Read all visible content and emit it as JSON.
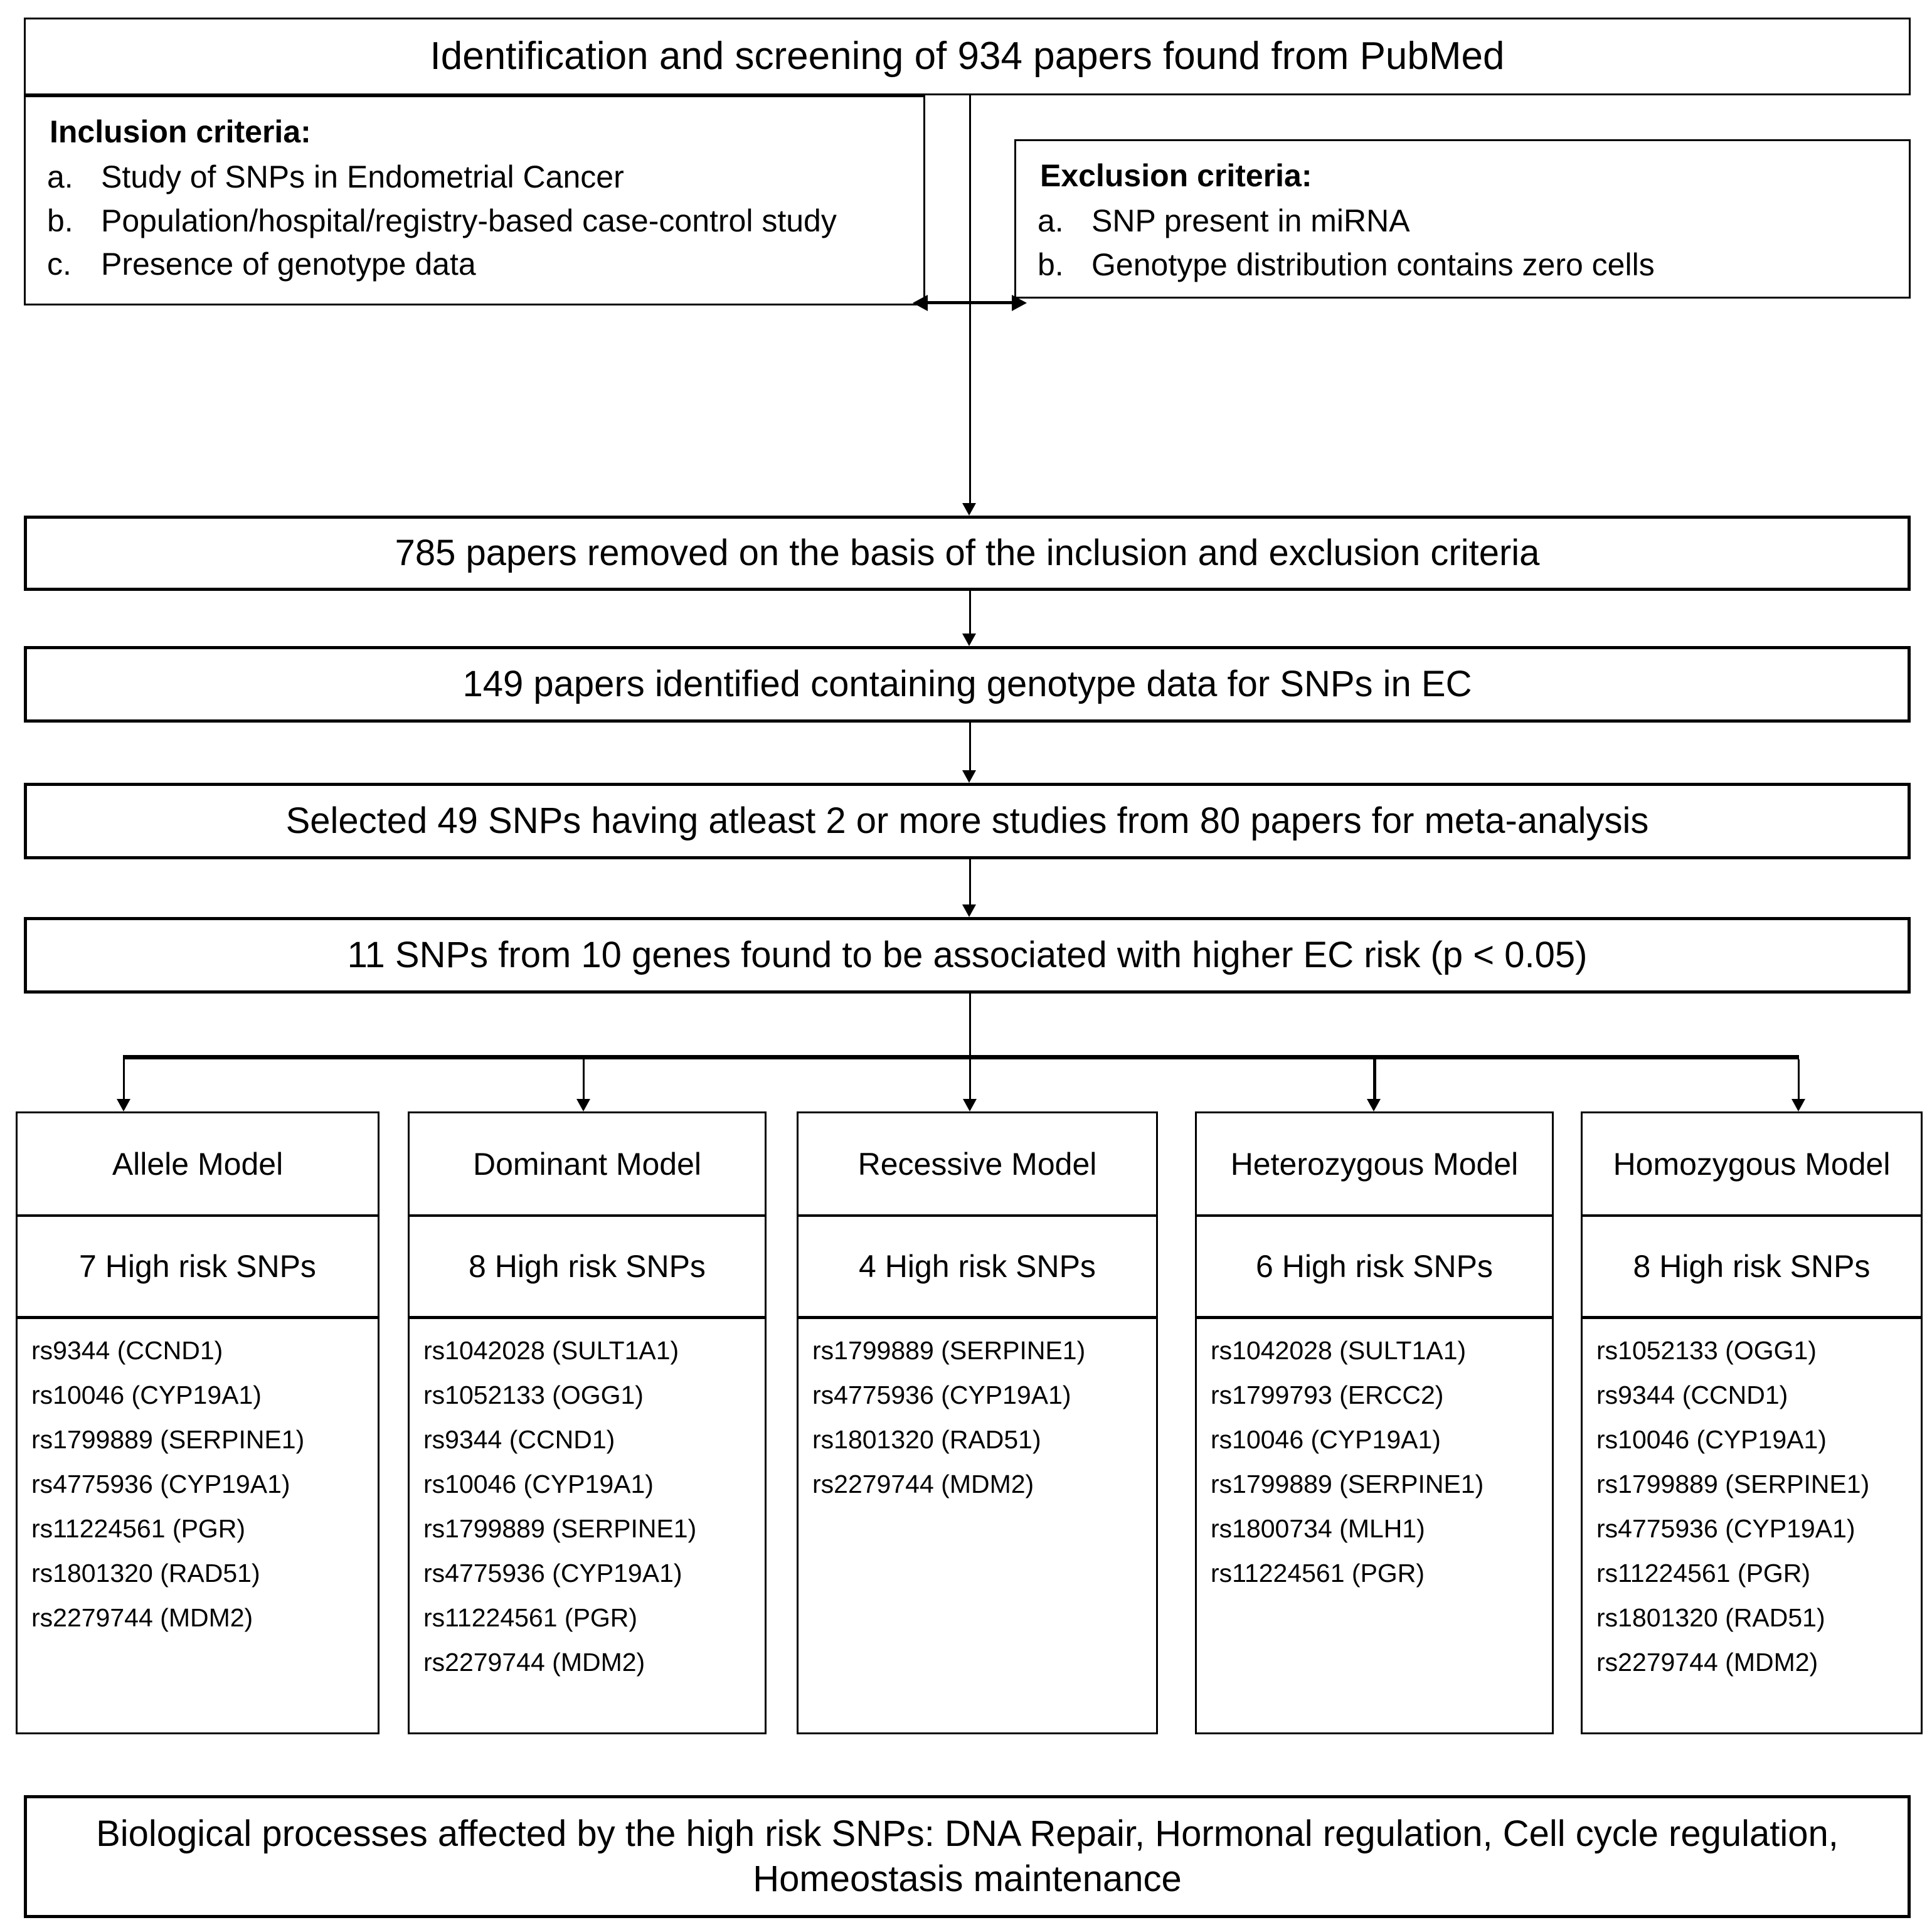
{
  "header": {
    "title": "Identification and screening of 934 papers found from PubMed"
  },
  "inclusion": {
    "title": "Inclusion criteria:",
    "items": [
      {
        "marker": "a.",
        "text": "Study of SNPs in Endometrial Cancer"
      },
      {
        "marker": "b.",
        "text": "Population/hospital/registry-based case-control study"
      },
      {
        "marker": "c.",
        "text": "Presence of genotype data"
      }
    ]
  },
  "exclusion": {
    "title": "Exclusion criteria:",
    "items": [
      {
        "marker": "a.",
        "text": "SNP present in miRNA"
      },
      {
        "marker": "b.",
        "text": "Genotype distribution contains zero cells"
      }
    ]
  },
  "flow": {
    "removed": "785 papers removed on the basis of the inclusion and exclusion criteria",
    "identified": "149 papers identified containing genotype data for SNPs in EC",
    "selected": "Selected 49 SNPs having atleast 2 or more studies from 80 papers for meta-analysis",
    "associated": "11 SNPs from 10 genes found to be associated with higher EC risk (p < 0.05)"
  },
  "models": [
    {
      "title": "Allele Model",
      "count": "7 High risk SNPs",
      "snps": [
        "rs9344 (CCND1)",
        "rs10046 (CYP19A1)",
        "rs1799889 (SERPINE1)",
        "rs4775936 (CYP19A1)",
        "rs11224561 (PGR)",
        "rs1801320 (RAD51)",
        "rs2279744 (MDM2)"
      ]
    },
    {
      "title": "Dominant Model",
      "count": "8 High risk SNPs",
      "snps": [
        "rs1042028 (SULT1A1)",
        "rs1052133 (OGG1)",
        "rs9344 (CCND1)",
        "rs10046 (CYP19A1)",
        "rs1799889 (SERPINE1)",
        "rs4775936 (CYP19A1)",
        "rs11224561 (PGR)",
        "rs2279744 (MDM2)"
      ]
    },
    {
      "title": "Recessive Model",
      "count": "4 High risk SNPs",
      "snps": [
        "rs1799889 (SERPINE1)",
        "rs4775936 (CYP19A1)",
        "rs1801320 (RAD51)",
        "rs2279744 (MDM2)"
      ]
    },
    {
      "title": "Heterozygous Model",
      "count": "6 High risk SNPs",
      "snps": [
        "rs1042028 (SULT1A1)",
        "rs1799793 (ERCC2)",
        "rs10046 (CYP19A1)",
        "rs1799889 (SERPINE1)",
        "rs1800734 (MLH1)",
        "rs11224561 (PGR)"
      ]
    },
    {
      "title": "Homozygous Model",
      "count": "8 High risk SNPs",
      "snps": [
        "rs1052133 (OGG1)",
        "rs9344 (CCND1)",
        "rs10046 (CYP19A1)",
        "rs1799889 (SERPINE1)",
        "rs4775936 (CYP19A1)",
        "rs11224561 (PGR)",
        "rs1801320 (RAD51)",
        "rs2279744 (MDM2)"
      ]
    }
  ],
  "footer": {
    "text": "Biological processes affected by the high risk SNPs: DNA Repair, Hormonal regulation, Cell cycle regulation, Homeostasis maintenance"
  },
  "colors": {
    "line": "#000000",
    "background": "#ffffff",
    "text": "#000000"
  }
}
